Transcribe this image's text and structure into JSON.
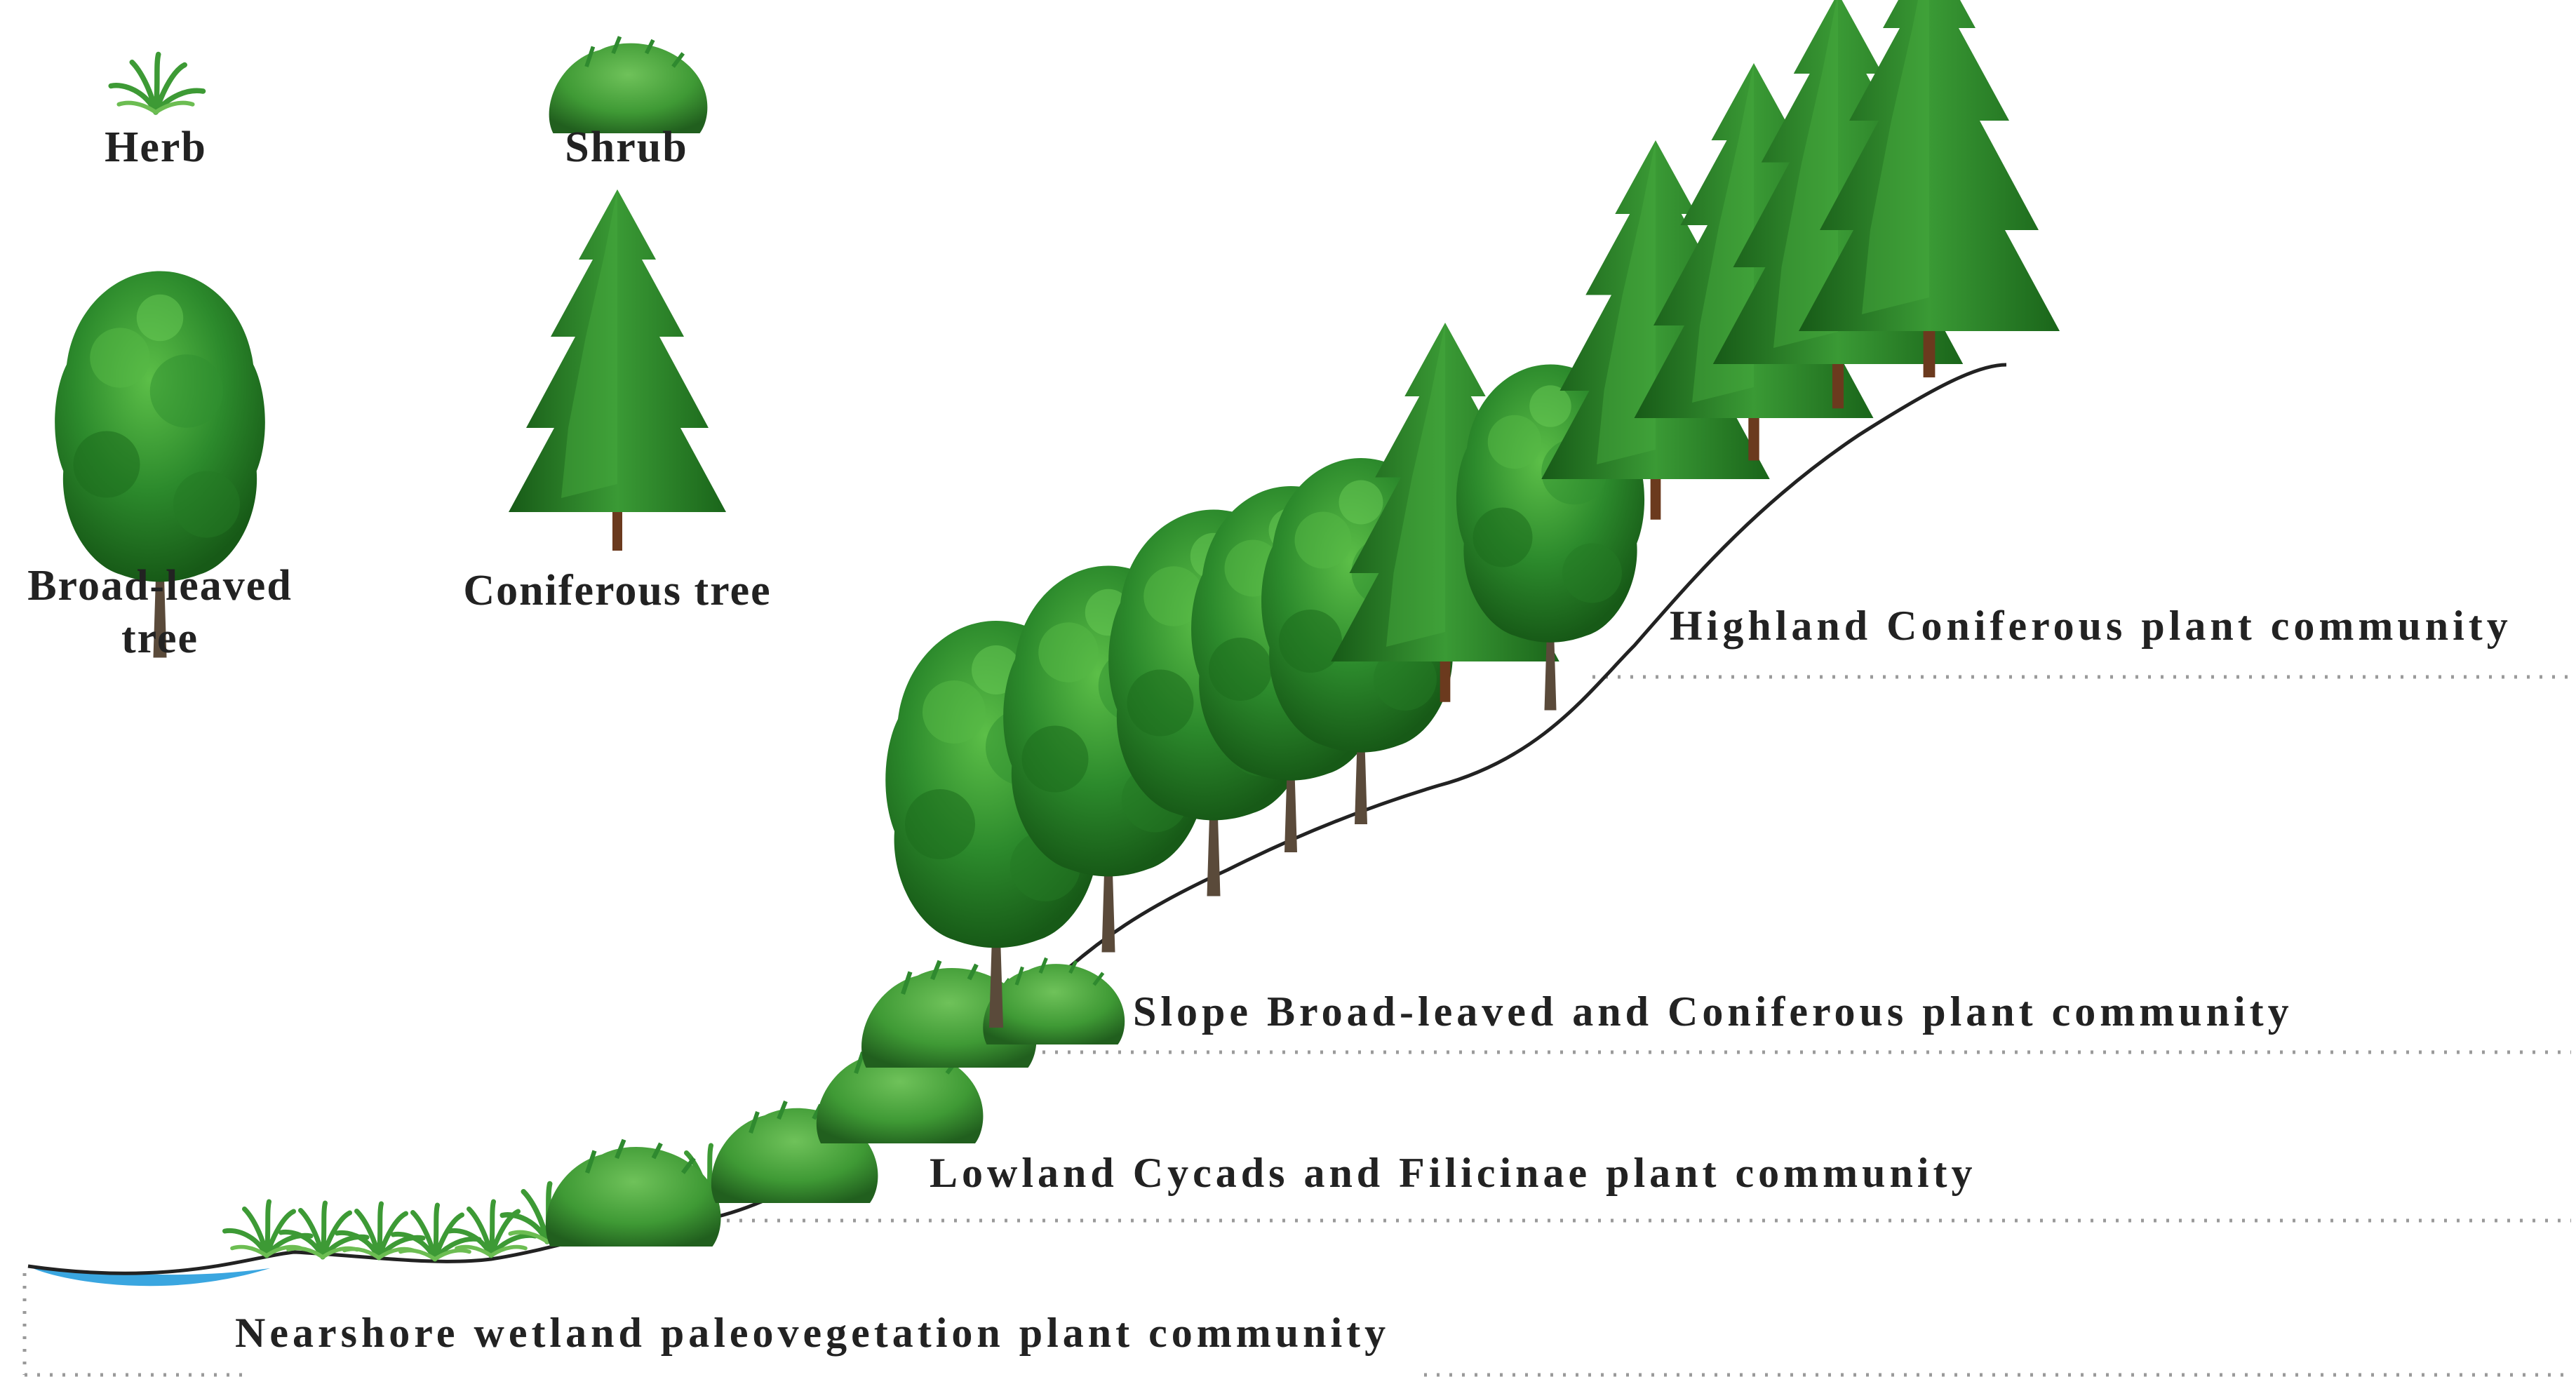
{
  "legend": {
    "herb": "Herb",
    "shrub": "Shrub",
    "broadleaf_line1": "Broad-leaved",
    "broadleaf_line2": "tree",
    "conifer": "Coniferous tree"
  },
  "zones": {
    "highland": "Highland Coniferous plant community",
    "slope": "Slope Broad-leaved and Coniferous plant community",
    "lowland": "Lowland Cycads and Filicinae plant community",
    "nearshore": "Nearshore wetland paleovegetation plant community"
  },
  "colors": {
    "foliage_dark": "#1f6b1f",
    "foliage_mid": "#2f8f2f",
    "foliage_light": "#4fae3f",
    "trunk": "#6b3a1e",
    "water": "#3aa6e0",
    "ground": "#222222",
    "divider": "#9a9a9a"
  }
}
